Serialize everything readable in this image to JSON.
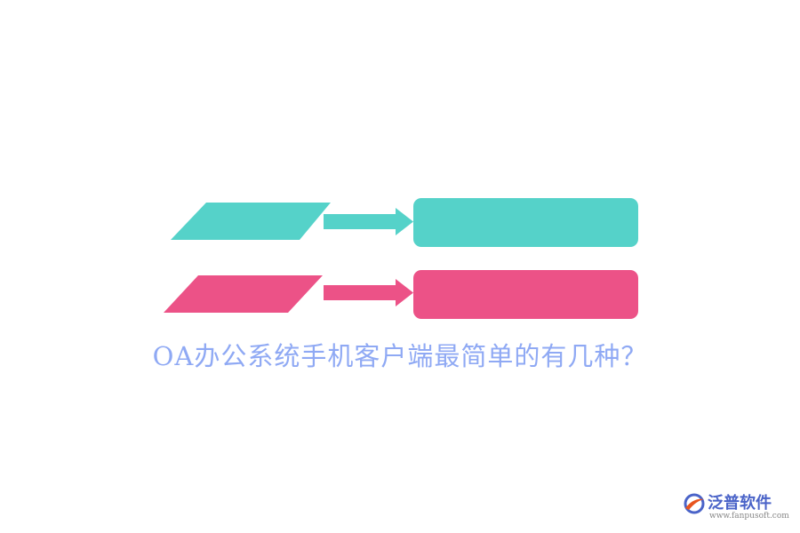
{
  "title": "OA办公系统手机客户端最简单的有几种？",
  "colors": {
    "teal": "#55d2c9",
    "pink": "#ec5287",
    "title": "#8fa9f4",
    "logo_name": "#4a63c8",
    "logo_url": "#888888",
    "logo_swoosh": "#e8541e"
  },
  "logo": {
    "name": "泛普软件",
    "url": "www.fanpusoft.com"
  }
}
